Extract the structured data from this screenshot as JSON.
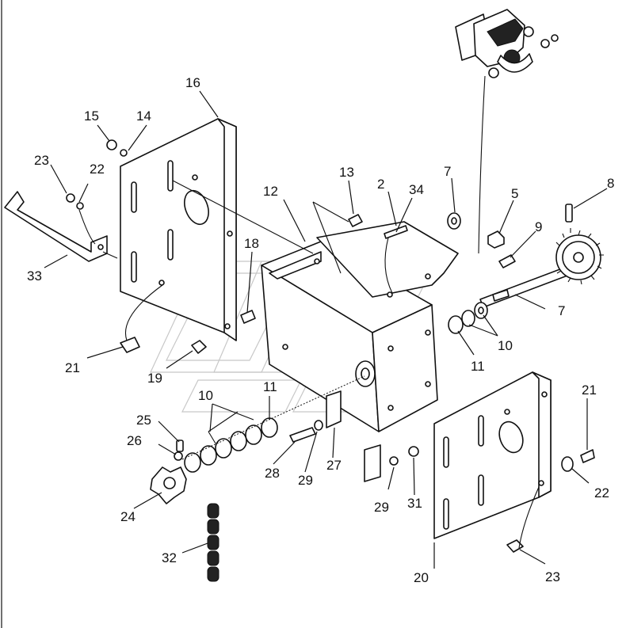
{
  "callouts": {
    "c2": "2",
    "c5": "5",
    "c7a": "7",
    "c7b": "7",
    "c8": "8",
    "c9": "9",
    "c10a": "10",
    "c10b": "10",
    "c11a": "11",
    "c11b": "11",
    "c12": "12",
    "c13": "13",
    "c14": "14",
    "c15": "15",
    "c16": "16",
    "c18": "18",
    "c19": "19",
    "c20": "20",
    "c21a": "21",
    "c21b": "21",
    "c22a": "22",
    "c22b": "22",
    "c23a": "23",
    "c23b": "23",
    "c24": "24",
    "c25": "25",
    "c26": "26",
    "c27": "27",
    "c28": "28",
    "c29a": "29",
    "c29b": "29",
    "c31": "31",
    "c32": "32",
    "c33": "33",
    "c34": "34"
  }
}
